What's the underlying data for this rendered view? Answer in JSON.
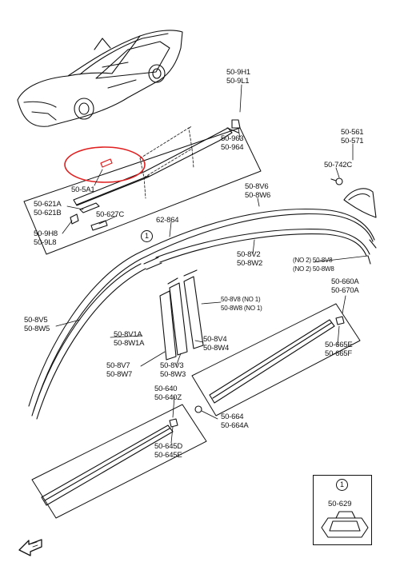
{
  "labels": {
    "l1": [
      "50-9H1",
      "50-9L1"
    ],
    "l2": [
      "50-963",
      "50-964"
    ],
    "l3": [
      "50-561",
      "50-571"
    ],
    "l4": [
      "50-742C"
    ],
    "l5": [
      "50-5A1"
    ],
    "l6": [
      "50-621A",
      "50-621B"
    ],
    "l7": [
      "50-627C"
    ],
    "l8": [
      "62-864"
    ],
    "l9": [
      "50-9H8",
      "50-9L8"
    ],
    "l10": [
      "50-8V6",
      "50-8W6"
    ],
    "l11": [
      "50-8V2",
      "50-8W2"
    ],
    "l12": [
      "(NO 2) 50-8V8",
      "(NO 2) 50-8W8"
    ],
    "l13": [
      "50-660A",
      "50-670A"
    ],
    "l14": [
      "50-8V8 (NO 1)",
      "50-8W8 (NO 1)"
    ],
    "l15": [
      "50-8V5",
      "50-8W5"
    ],
    "l16": [
      "50-8V1A",
      "50-8W1A"
    ],
    "l17": [
      "50-8V4",
      "50-8W4"
    ],
    "l18": [
      "50-665E",
      "50-665F"
    ],
    "l19": [
      "50-8V7",
      "50-8W7"
    ],
    "l20": [
      "50-8V3",
      "50-8W3"
    ],
    "l21": [
      "50-640",
      "50-640Z"
    ],
    "l22": [
      "50-664",
      "50-664A"
    ],
    "l23": [
      "50-645D",
      "50-645E"
    ],
    "l24": [
      "50-629"
    ]
  },
  "callouts": {
    "c1": "1",
    "c2": "1"
  },
  "highlight_color": "#e02020"
}
